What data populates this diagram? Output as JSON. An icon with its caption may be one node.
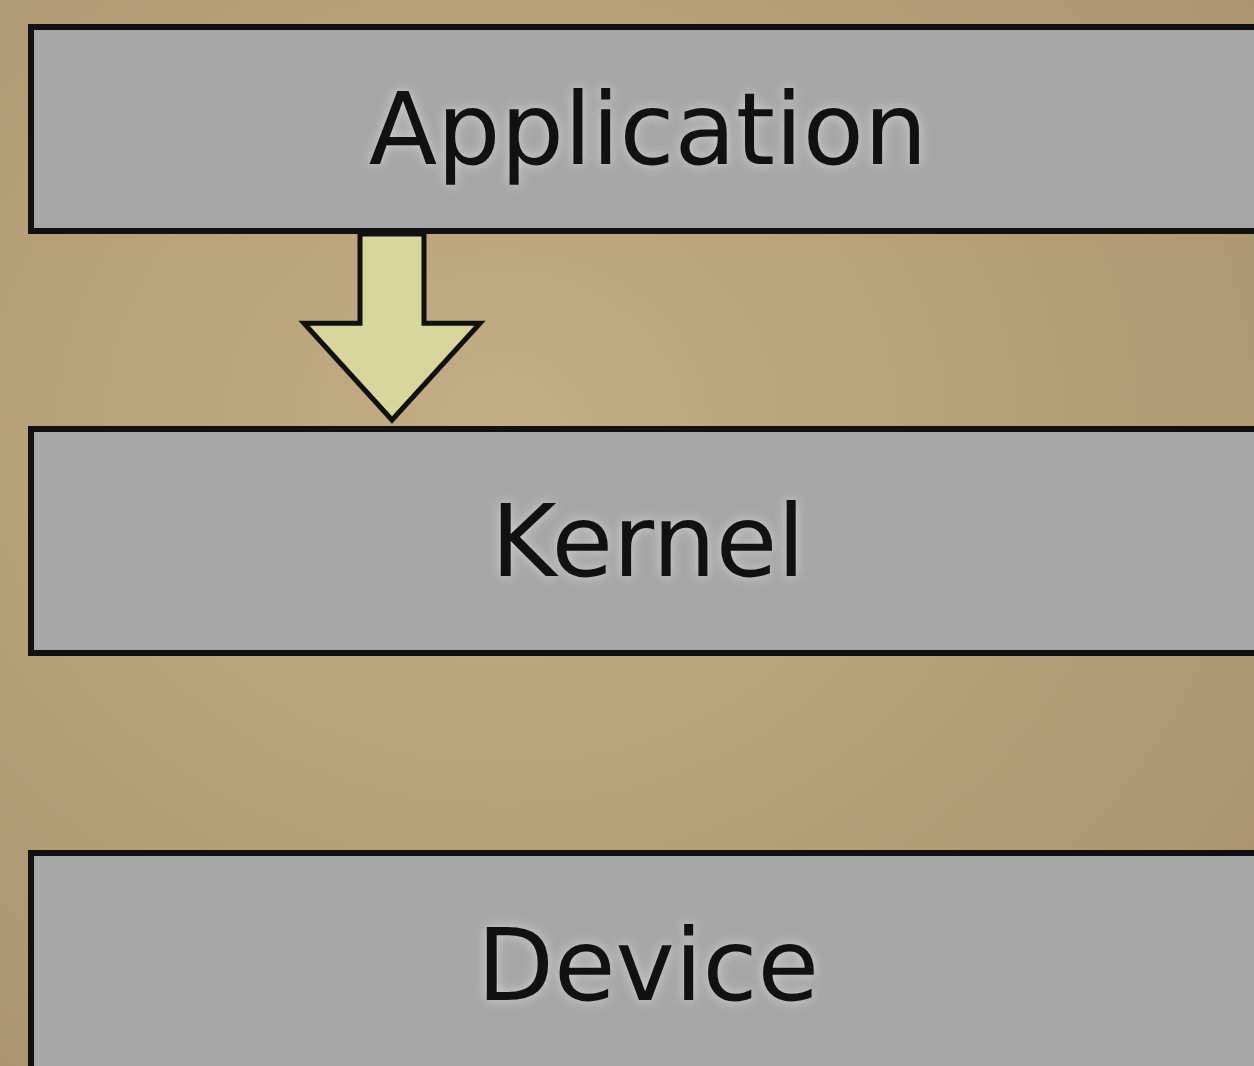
{
  "diagram": {
    "nodes": [
      {
        "text": [
          "Application"
        ]
      },
      {
        "text": [
          "Kernel"
        ]
      },
      {
        "text": [
          "Device"
        ]
      }
    ],
    "edges": [
      {
        "from": 0,
        "to": 1,
        "arrow": "to",
        "style": "thick"
      }
    ]
  }
}
